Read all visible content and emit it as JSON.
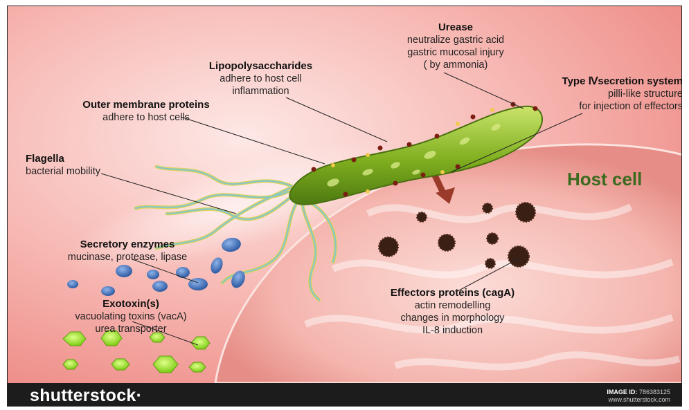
{
  "labels": {
    "urease": {
      "title": "Urease",
      "lines": [
        "neutralize gastric acid",
        "gastric mucosal injury",
        "( by ammonia)"
      ]
    },
    "lps": {
      "title": "Lipopolysaccharides",
      "lines": [
        "adhere to host cell",
        "inflammation"
      ]
    },
    "t4ss": {
      "title": "Type Ⅳsecretion system",
      "lines": [
        "pilli-like structure",
        "for injection of effectors"
      ]
    },
    "omp": {
      "title": "Outer membrane proteins",
      "lines": [
        "adhere to host cells"
      ]
    },
    "flagella": {
      "title": "Flagella",
      "lines": [
        "bacterial mobility"
      ]
    },
    "enzymes": {
      "title": "Secretory enzymes",
      "lines": [
        "mucinase, protease, lipase"
      ]
    },
    "exotoxin": {
      "title": "Exotoxin(s)",
      "lines": [
        "vacuolating toxins (vacA)",
        "urea transporter"
      ]
    },
    "effectors": {
      "title": "Effectors proteins (cagA)",
      "lines": [
        "actin remodelling",
        "changes in morphology",
        "IL-8 induction"
      ]
    }
  },
  "host_cell": "Host cell",
  "footer": {
    "brand": "shutterstock·",
    "image_id_label": "IMAGE ID:",
    "image_id": "786383125",
    "site": "www.shutterstock.com"
  },
  "colors": {
    "background_pink": "#f4a7a3",
    "host_cell": "#f8c9c4",
    "bacterium": "#8cbf2a",
    "flagella": "#9cc2b0",
    "enzyme_blue": "#3f6fb3",
    "toxin_green": "#8fdc1f",
    "effector_dark": "#3a1f14",
    "host_cell_text": "#3a6a1e",
    "footer_bg": "#1c1c1c"
  }
}
